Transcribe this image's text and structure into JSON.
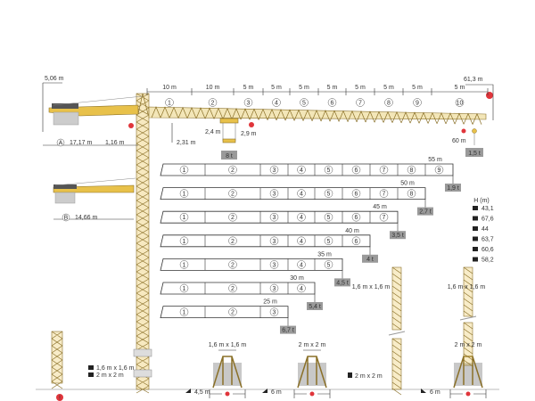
{
  "colors": {
    "crane": "#e8c14a",
    "load_box": "#9a9a9a",
    "marker": "#e0353b"
  },
  "top_dims": {
    "counter_jib_height": "5,06 m",
    "tip_height": "61,3 m",
    "counter_radius_a": "17,17 m",
    "counter_a_marker": "A",
    "counter_offset": "1,16 m",
    "mast_offset": "2,31 m",
    "trolley_height": "2,4 m",
    "hook_height": "2,9 m",
    "max_load": "8 t",
    "tip_radius": "60 m",
    "tip_load": "1,5 t",
    "counter_radius_b": "14,66 m",
    "counter_b_marker": "B",
    "segments": [
      "10 m",
      "10 m",
      "5 m",
      "5 m",
      "5 m",
      "5 m",
      "5 m",
      "5 m",
      "5 m",
      "5 m"
    ],
    "segment_numbers": [
      "1",
      "2",
      "3",
      "4",
      "5",
      "6",
      "7",
      "8",
      "9",
      "10"
    ]
  },
  "load_rows": [
    {
      "radius": "55 m",
      "load": "1,9 t",
      "segments": 9
    },
    {
      "radius": "50 m",
      "load": "2,7 t",
      "segments": 8
    },
    {
      "radius": "45 m",
      "load": "3,5 t",
      "segments": 7
    },
    {
      "radius": "40 m",
      "load": "4 t",
      "segments": 6
    },
    {
      "radius": "35 m",
      "load": "4,5 t",
      "segments": 5
    },
    {
      "radius": "30 m",
      "load": "5,4 t",
      "segments": 4
    },
    {
      "radius": "25 m",
      "load": "6,7 t",
      "segments": 3
    }
  ],
  "height_legend": {
    "title": "H (m)",
    "items": [
      "43,1",
      "67,6",
      "44",
      "63,7",
      "60,6",
      "58,2"
    ]
  },
  "bottom": {
    "mast_legend": [
      "1,6 m x 1,6 m",
      "2 m x 2 m"
    ],
    "base1_mast": "1,6 m x 1,6 m",
    "base1_width": "4,5 m",
    "base2_mast": "2 m x 2 m",
    "base2_width": "6 m",
    "tower3_mast_top": "1,6 m x 1,6 m",
    "tower3_mast": "2 m x 2 m",
    "tower4_mast_top": "1,6 m x 1,6 m",
    "tower4_mast": "2 m x 2 m",
    "base4_width": "6 m",
    "info_marker": "!"
  }
}
